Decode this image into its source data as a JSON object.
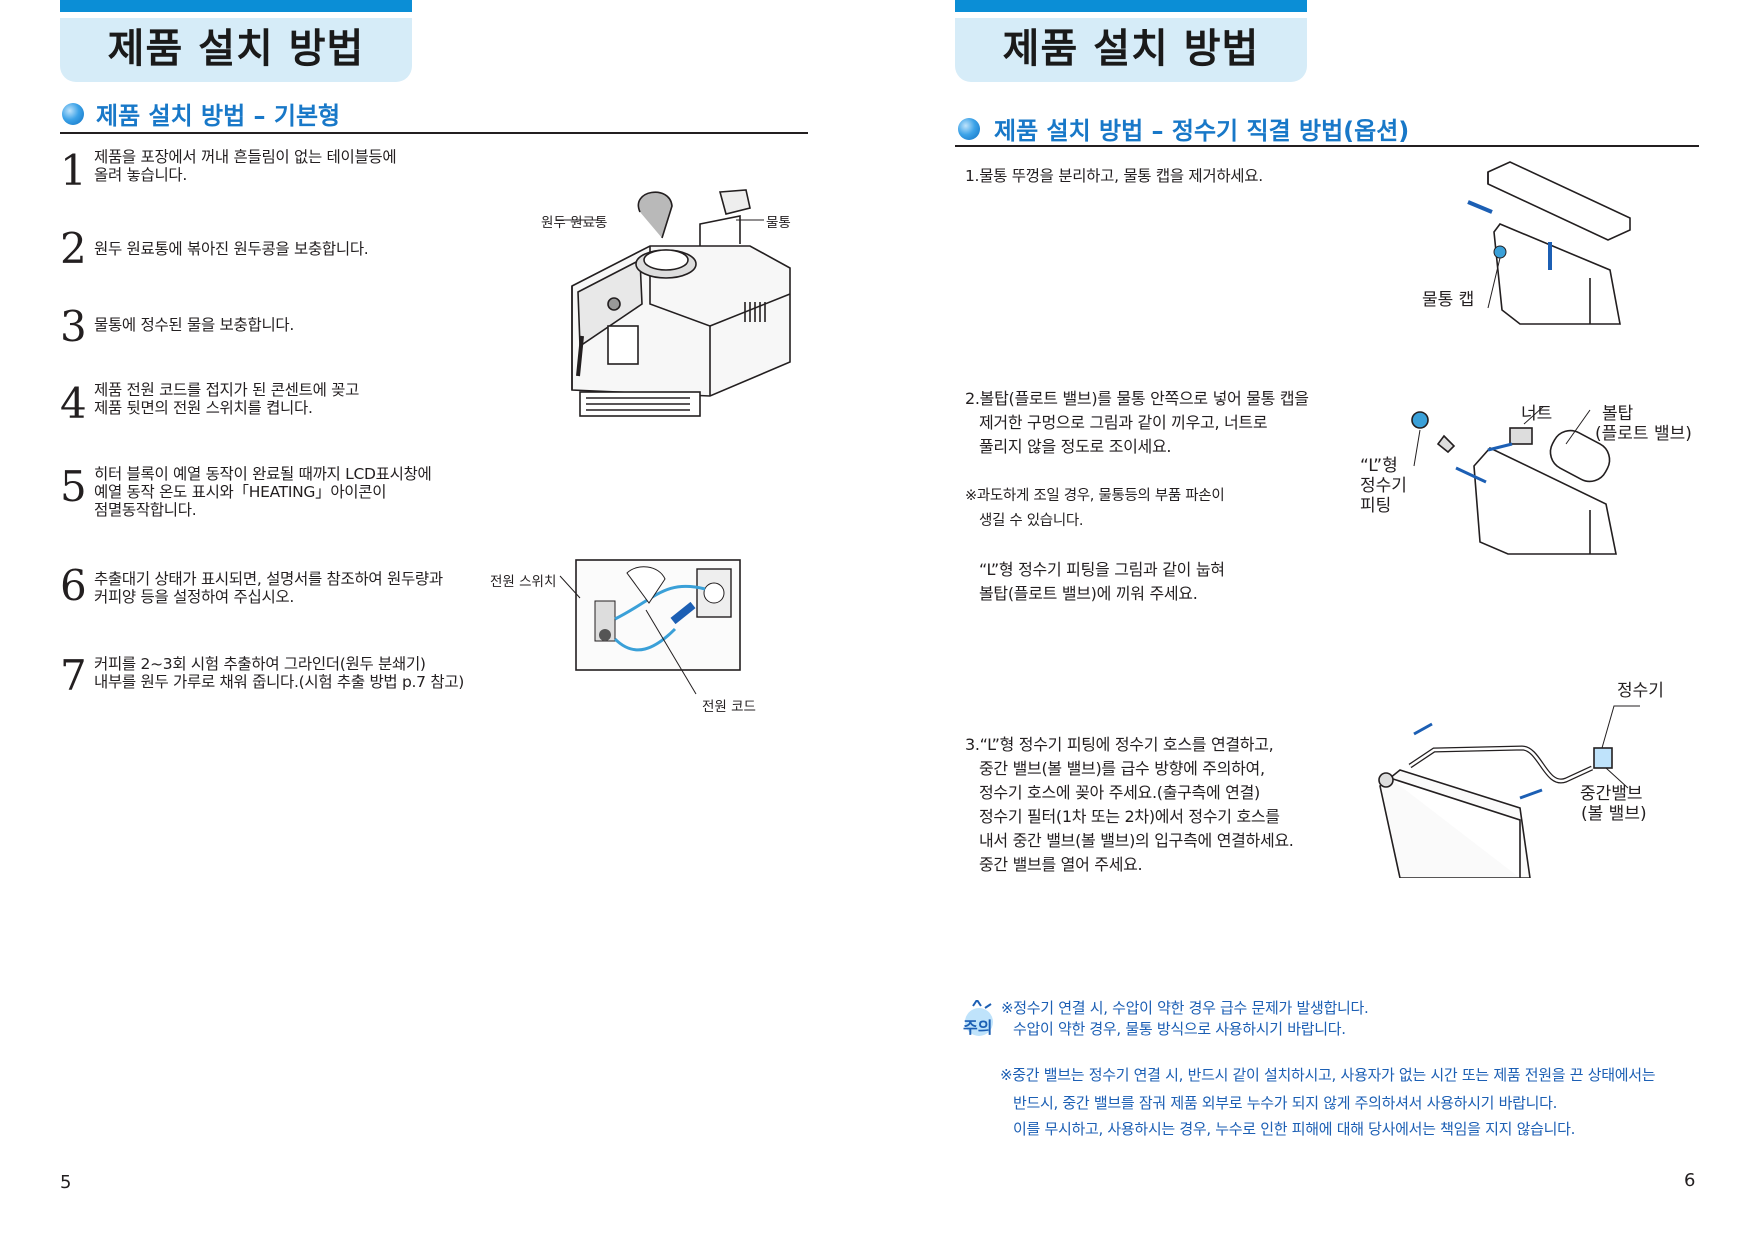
{
  "left": {
    "title": "제품 설치 방법",
    "section": "제품 설치 방법 – 기본형",
    "steps": [
      {
        "num": "1",
        "lines": [
          "제품을 포장에서 꺼내  흔들림이 없는 테이블등에",
          "올려 놓습니다."
        ]
      },
      {
        "num": "2",
        "lines": [
          "원두 원료통에 볶아진 원두콩을 보충합니다."
        ]
      },
      {
        "num": "3",
        "lines": [
          "물통에 정수된 물을 보충합니다."
        ]
      },
      {
        "num": "4",
        "lines": [
          "제품 전원 코드를 접지가 된 콘센트에 꽂고",
          "제품 뒷면의 전원 스위치를 켭니다."
        ]
      },
      {
        "num": "5",
        "lines": [
          "히터 블록이 예열 동작이 완료될 때까지 LCD표시창에",
          "예열 동작 온도 표시와「HEATING」아이콘이",
          "점멸동작합니다."
        ]
      },
      {
        "num": "6",
        "lines": [
          "추출대기 상태가 표시되면, 설명서를 참조하여 원두량과",
          "커피양 등을 설정하여 주십시오."
        ]
      },
      {
        "num": "7",
        "lines": [
          "커피를 2~3회 시험 추출하여 그라인더(원두 분쇄기)",
          "내부를 원두 가루로 채워 줍니다.(시험 추출 방법 p.7 참고)"
        ]
      }
    ],
    "labels": {
      "bean_hopper": "원두 원료통",
      "water_tank": "물통",
      "power_switch": "전원 스위치",
      "power_cord": "전원 코드"
    },
    "page_number": "5"
  },
  "right": {
    "title": "제품 설치 방법",
    "section": "제품 설치 방법 – 정수기 직결 방법(옵션)",
    "step1": "1.물통 뚜껑을 분리하고, 물통 캡을 제거하세요.",
    "step2": [
      "2.볼탑(플로트 밸브)를 물통 안쪽으로 넣어 물통 캡을",
      "제거한 구멍으로 그림과 같이 끼우고, 너트로",
      "풀리지 않을 정도로 조이세요."
    ],
    "note2": [
      "※과도하게 조일 경우, 물통등의 부품 파손이",
      "생길 수 있습니다."
    ],
    "fitting": [
      "“L”형 정수기 피팅을 그림과 같이 눕혀",
      "볼탑(플로트 밸브)에 끼워 주세요."
    ],
    "step3": [
      "3.“L”형 정수기 피팅에 정수기 호스를 연결하고,",
      "중간 밸브(볼 밸브)를 급수 방향에 주의하여,",
      "정수기 호스에 꽂아 주세요.(출구측에 연결)",
      "정수기 필터(1차 또는 2차)에서 정수기 호스를",
      "내서 중간 밸브(볼 밸브)의 입구측에 연결하세요.",
      "중간 밸브를 열어 주세요."
    ],
    "labels": {
      "tank_cap": "물통 캡",
      "nut": "너트",
      "ball_tap": [
        "볼탑",
        "(플로트 밸브)"
      ],
      "l_fitting": [
        "“L”형",
        "정수기",
        "피팅"
      ],
      "purifier": "정수기",
      "mid_valve": [
        "중간밸브",
        "(볼 밸브)"
      ]
    },
    "caution_badge": "주의",
    "caution": [
      "※정수기 연결 시, 수압이 약한 경우 급수 문제가 발생합니다.",
      "수압이 약한 경우, 물통 방식으로 사용하시기 바랍니다."
    ],
    "notice": [
      "※중간 밸브는 정수기 연결 시, 반드시 같이 설치하시고, 사용자가 없는 시간 또는 제품 전원을 끈 상태에서는",
      "반드시, 중간 밸브를 잠궈 제품 외부로 누수가 되지 않게 주의하셔서 사용하시기 바랍니다.",
      "이를 무시하고, 사용하시는 경우,  누수로 인한 피해에 대해 당사에서는 책임을 지지 않습니다."
    ],
    "page_number": "6"
  },
  "colors": {
    "header_blue": "#0b8ed6",
    "title_bg": "#d6ecf8",
    "section_blue": "#1878c8",
    "note_blue": "#1c5fb4"
  }
}
